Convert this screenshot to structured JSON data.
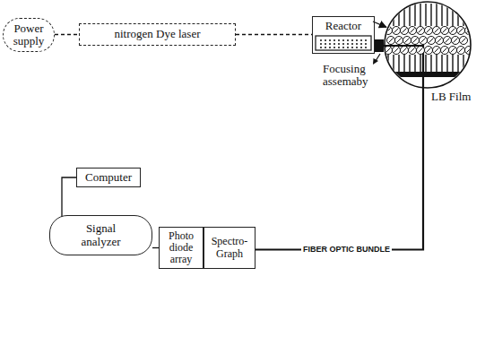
{
  "diagram": {
    "nodes": [
      {
        "text": [
          "Power supply"
        ]
      },
      {
        "text": [
          "nitrogen Dye laser"
        ]
      },
      {
        "text": [
          "Reactor"
        ]
      },
      {
        "text": [
          "LB Film"
        ]
      },
      {
        "text": [
          "Computer"
        ]
      },
      {
        "text": [
          "Signal analyzer"
        ]
      },
      {
        "text": [
          "Photo diode array"
        ]
      },
      {
        "text": [
          "Spectro-Graph"
        ]
      }
    ],
    "edges": [
      {
        "from": 0,
        "to": 1,
        "arrow": "none"
      },
      {
        "from": 1,
        "to": 2,
        "arrow": "none"
      },
      {
        "from": 2,
        "to": 3,
        "arrow": "to"
      },
      {
        "from": 2,
        "to": 7,
        "arrow": "none",
        "label": "FIBER OPTIC BUNDLE"
      },
      {
        "from": 4,
        "to": 5,
        "arrow": "none"
      },
      {
        "from": 5,
        "to": 6,
        "arrow": "none"
      }
    ],
    "labels": [
      "Focusing assemaby"
    ]
  }
}
